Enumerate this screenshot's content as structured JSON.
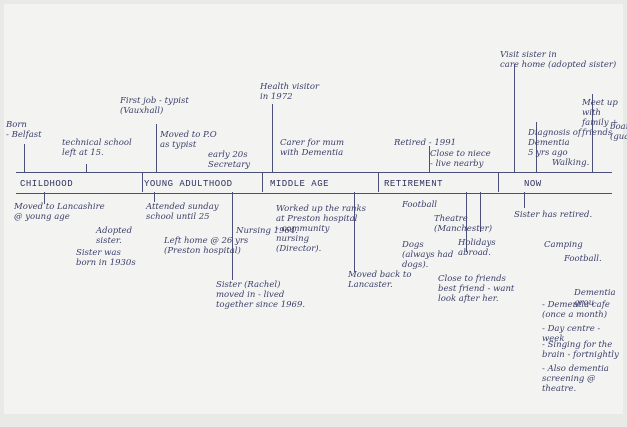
{
  "stages": {
    "childhood": "CHILDHOOD",
    "young_adulthood": "YOUNG ADULTHOOD",
    "middle_age": "MIDDLE AGE",
    "retirement": "RETIREMENT",
    "now": "NOW"
  },
  "above": {
    "born": "Born\n- Belfast",
    "technical_school": "technical school\nleft at 15.",
    "first_job": "First job - typist\n(Vauxhall)",
    "moved_po": "Moved to P.O\nas typist",
    "early_20s": "early 20s\nSecretary",
    "health_visitor": "Health visitor\nin 1972",
    "carer_mum": "Carer for mum\nwith Dementia",
    "retired": "Retired - 1991",
    "close_niece": "Close to niece\n- live nearby",
    "visit_sister": "Visit sister in\ncare home (adopted sister)",
    "meet_family": "Meet up with\nfamily + friends",
    "meet_family_cut": "boar\n(gua",
    "diagnosis": "Diagnosis of\nDementia\n5 yrs ago",
    "walking": "Walking."
  },
  "below": {
    "moved_lancashire": "Moved to Lancashire\n@ young age",
    "adopted_sister": "Adopted\nsister.",
    "sister_born": "Sister was\nborn in 1930s",
    "sunday_school": "Attended sunday\nschool until 25",
    "left_home": "Left home @ 26 yrs\n(Preston hospital)",
    "nursing_1964": "Nursing 1964.",
    "sister_rachel": "Sister (Rachel)\nmoved in - lived\ntogether since 1969.",
    "worked_up": "Worked up the ranks\nat Preston hospital\n- community\nnursing\n(Director).",
    "moved_back": "Moved back to\nLancaster.",
    "football": "Football",
    "dogs": "Dogs\n(always had\ndogs).",
    "theatre": "Theatre\n(Manchester)",
    "holidays": "Holidays\nabroad.",
    "close_friends": "Close to friends\nbest friend - want\nlook after her.",
    "sister_retired": "Sister has retired.",
    "camping": "Camping",
    "football_now": "Football.",
    "dementia_group": "Dementia grou",
    "dementia_cafe": "- Dementia cafe\n(once a month)",
    "day_centre": "- Day centre - week",
    "singing_brain": "- Singing for the\nbrain - fortnightly",
    "also_dementia": "- Also dementia\nscreening @\ntheatre."
  }
}
